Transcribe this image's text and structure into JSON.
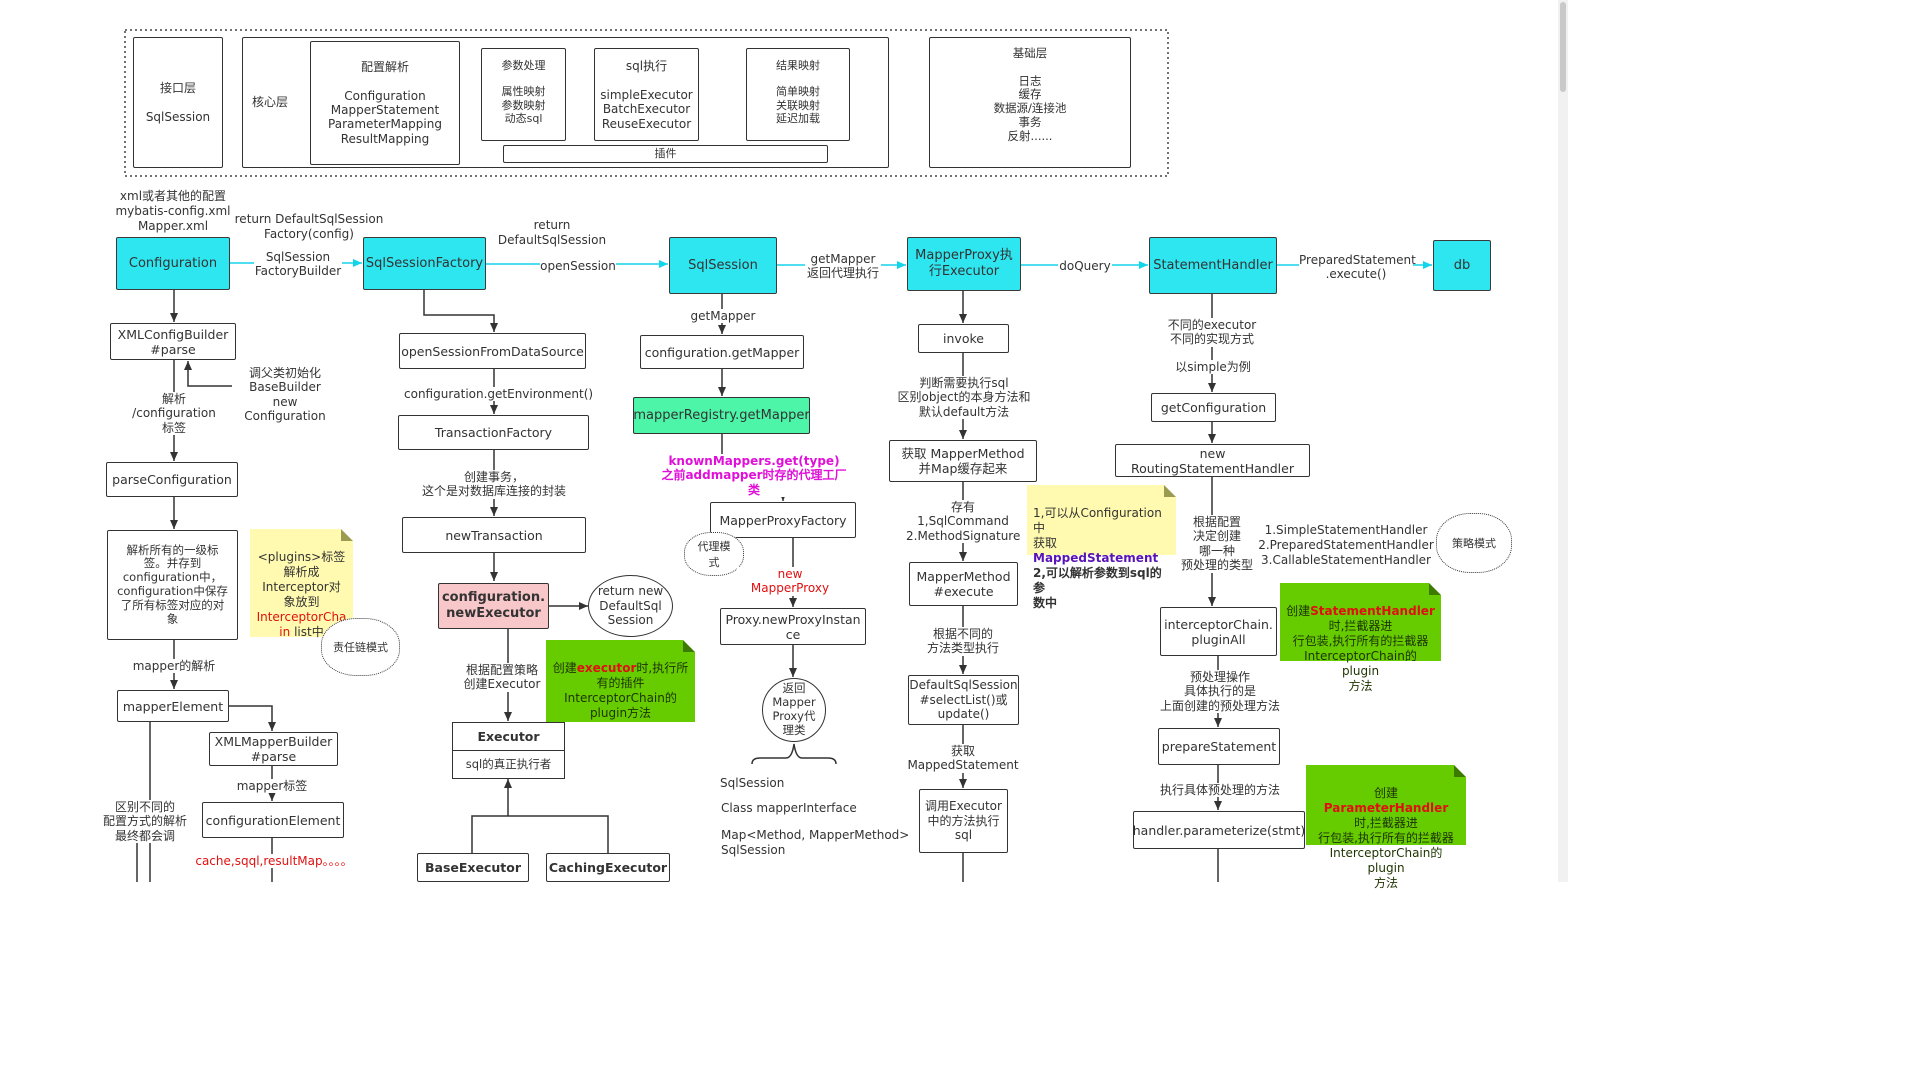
{
  "top": {
    "interface_layer": "接口层\n\nSqlSession",
    "core_layer": "核心层",
    "config_parse": "配置解析\n\nConfiguration\nMapperStatement\nParameterMapping\nResultMapping",
    "param_process": "参数处理\n\n属性映射\n参数映射\n动态sql",
    "sql_exec": "sql执行\n\nsimpleExecutor\nBatchExecutor\nReuseExecutor",
    "result_map": "结果映射\n\n简单映射\n关联映射\n延迟加载",
    "plugin": "插件",
    "base_layer": "基础层\n\n日志\n缓存\n数据源/连接池\n事务\n反射......"
  },
  "flow": {
    "xml_config": "xml或者其他的配置\nmybatis-config.xml\nMapper.xml",
    "configuration": "Configuration",
    "factory_builder": "SqlSession\nFactoryBuilder",
    "return_factory": "return DefaultSqlSession\nFactory(config)",
    "sqlsession_factory": "SqlSessionFactory",
    "open_session": "openSession",
    "return_default": "return\nDefaultSqlSession",
    "sqlsession": "SqlSession",
    "get_mapper_return": "getMapper\n返回代理执行",
    "mapper_proxy": "MapperProxy执\n行Executor",
    "do_query": "doQuery",
    "statement_handler": "StatementHandler",
    "prepared_execute": "PreparedStatement\n.execute()",
    "db": "db"
  },
  "col1": {
    "xml_builder": "XMLConfigBuilder\n#parse",
    "parent_init": "调父类初始化\nBaseBuilder\nnew Configuration",
    "parse_cfg_label": "解析\n/configuration\n标签",
    "parse_configuration": "parseConfiguration",
    "parse_all": "解析所有的一级标\n签。并存到\nconfiguration中，\nconfiguration中保存\n了所有标签对应的对\n象",
    "plugins_note_a": "<plugins>标签\n解析成\nInterceptor对\n象放到\n",
    "plugins_note_red": "InterceptorCha\nin",
    "plugins_note_b": " list中",
    "chain_cloud": "责任链模式",
    "mapper_parse": "mapper的解析",
    "mapper_element": "mapperElement",
    "xml_mapper_builder": "XMLMapperBuilder\n#parse",
    "mapper_tag": "mapper标签",
    "config_element": "configurationElement",
    "diff_config": "区别不同的\n配置方式的解析\n最终都会调",
    "cache_sql": "cache,sqql,resultMap。。。。"
  },
  "col2": {
    "open_from_ds": "openSessionFromDataSource",
    "get_env": "configuration.getEnvironment()",
    "tx_factory": "TransactionFactory",
    "create_tx": "创建事务，\n这个是对数据库连接的封装",
    "new_tx": "newTransaction",
    "new_executor": "configuration.\nnewExecutor",
    "return_new": "return new\nDefaultSql\nSession",
    "strategy_create": "根据配置策略\n创建Executor",
    "exec_note_a": "创建",
    "exec_note_red": "executor",
    "exec_note_b": "时,执行所\n有的插件\nInterceptorChain的\nplugin方法",
    "executor_title": "Executor",
    "executor_sub": "sql的真正执行者",
    "base_executor": "BaseExecutor",
    "caching_executor": "CachingExecutor"
  },
  "col3": {
    "get_mapper": "getMapper",
    "config_get_mapper": "configuration.getMapper",
    "registry_get_mapper": "mapperRegistry.getMapper",
    "known_mappers": "knownMappers.get(type)\n之前addmapper时存的代理工厂类",
    "proxy_factory": "MapperProxyFactory",
    "proxy_cloud": "代理模\n式",
    "new_proxy": "new MapperProxy",
    "new_proxy_instance": "Proxy.newProxyInstan\nce",
    "return_proxy": "返回\nMapper\nProxy代\n理类",
    "sqlsession_item": "SqlSession",
    "class_item": "Class mapperInterface",
    "map_item": "Map<Method, MapperMethod>\nSqlSession"
  },
  "col4": {
    "invoke": "invoke",
    "judge": "判断需要执行sql\n区别object的本身方法和\n默认default方法",
    "get_mapper_method": "获取  MapperMethod\n并Map缓存起来",
    "store": "存有1,SqlCommand\n2.MethodSignature",
    "note_a": "1,可以从Configuration中\n获取",
    "note_purple": "MappedStatement",
    "note_b": "\n2,可以解析参数到sql的参\n数中",
    "mapper_method_exec": "MapperMethod\n#execute",
    "by_type": "根据不同的\n方法类型执行",
    "default_select": "DefaultSqlSession\n#selectList()或\nupdate()",
    "get_ms": "获取\nMappedStatement",
    "call_executor": "调用Executor\n中的方法执行\nsql"
  },
  "col5": {
    "diff_exec": "不同的executor\n不同的实现方式",
    "simple_example": "以simple为例",
    "get_configuration": "getConfiguration",
    "new_routing": "new RoutingStatementHandler",
    "by_config": "根据配置\n决定创建\n哪一种\n预处理的类型",
    "handlers_list": "1.SimpleStatementHandler\n2.PreparedStatementHandler\n3.CallableStatementHandler",
    "strategy_cloud": "策略模式",
    "sh_note_a": "创建",
    "sh_note_red": "StatementHandler",
    "sh_note_b": "\n时,拦截器进\n行包装,执行所有的拦截器\nInterceptorChain的plugin\n方法",
    "plugin_all": "interceptorChain.\npluginAll",
    "pre_op": "预处理操作\n具体执行的是\n上面创建的预处理方法",
    "prepare_statement": "prepareStatement",
    "exec_pre": "执行具体预处理的方法",
    "parameterize": "handler.parameterize(stmt)",
    "ph_note_a": "创建",
    "ph_note_red": "ParameterHandler",
    "ph_note_b": "\n时,拦截器进\n行包装,执行所有的拦截器\nInterceptorChain的plugin\n方法"
  }
}
